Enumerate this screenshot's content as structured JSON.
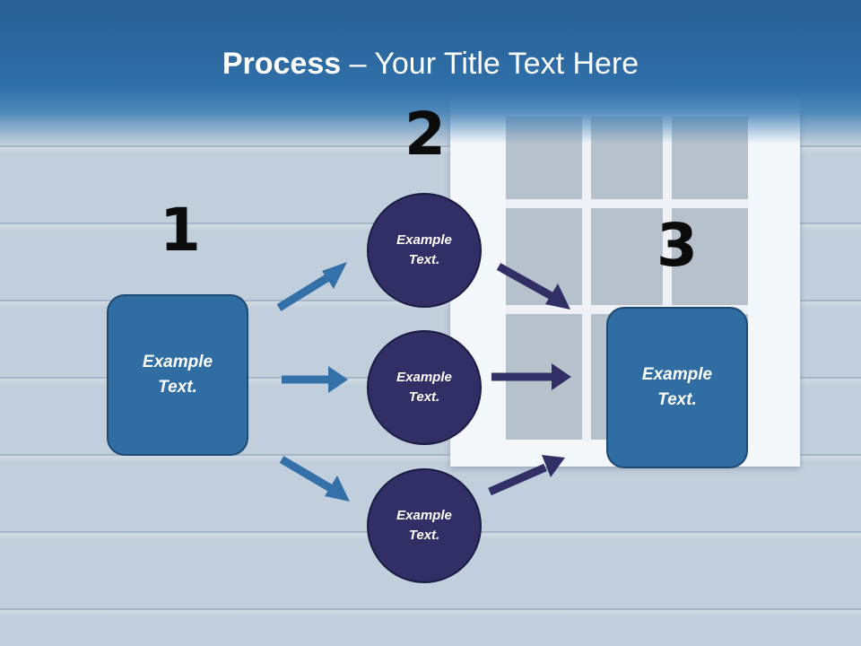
{
  "title": {
    "bold": "Process",
    "rest": " – Your Title Text Here"
  },
  "steps": {
    "one": "1",
    "two": "2",
    "three": "3"
  },
  "boxes": {
    "left": "Example\nText.",
    "right": "Example\nText."
  },
  "circles": {
    "top": "Example\nText.",
    "middle": "Example\nText.",
    "bottom": "Example\nText."
  },
  "colors": {
    "header": "#2f6fa9",
    "box_fill": "#2f6da3",
    "circle_fill": "#312f66",
    "arrow_blue": "#3471a8",
    "arrow_navy": "#312f66"
  }
}
